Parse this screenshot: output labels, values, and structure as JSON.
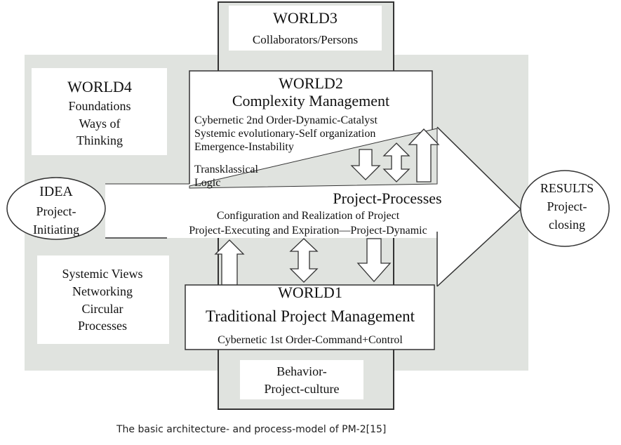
{
  "world3": {
    "title": "WORLD3",
    "subtitle": "Collaborators/Persons"
  },
  "world4": {
    "title": "WORLD4",
    "line1": "Foundations",
    "line2": "Ways of",
    "line3": "Thinking"
  },
  "world2": {
    "title": "WORLD2",
    "subtitle": "Complexity Management",
    "line1": "Cybernetic 2nd Order-Dynamic-Catalyst",
    "line2": "Systemic evolutionary-Self organization",
    "line3": "Emergence-Instability",
    "line4": "Transklassical",
    "line5": "Logic"
  },
  "idea": {
    "title": "IDEA",
    "line1": "Project-",
    "line2": "Initiating"
  },
  "process": {
    "title": "Project-Processes",
    "line1": "Configuration and Realization of Project",
    "line2": "Project-Executing and Expiration—Project-Dynamic"
  },
  "results": {
    "title": "RESULTS",
    "line1": "Project-",
    "line2": "closing"
  },
  "systemic": {
    "line1": "Systemic Views",
    "line2": "Networking",
    "line3": "Circular",
    "line4": "Processes"
  },
  "world1": {
    "title": "WORLD1",
    "subtitle": "Traditional Project Management",
    "line1": "Cybernetic 1st Order-Command+Control"
  },
  "behavior": {
    "line1": "Behavior-",
    "line2": "Project-culture"
  },
  "caption": "The basic architecture- and process-model of PM-2[15]"
}
